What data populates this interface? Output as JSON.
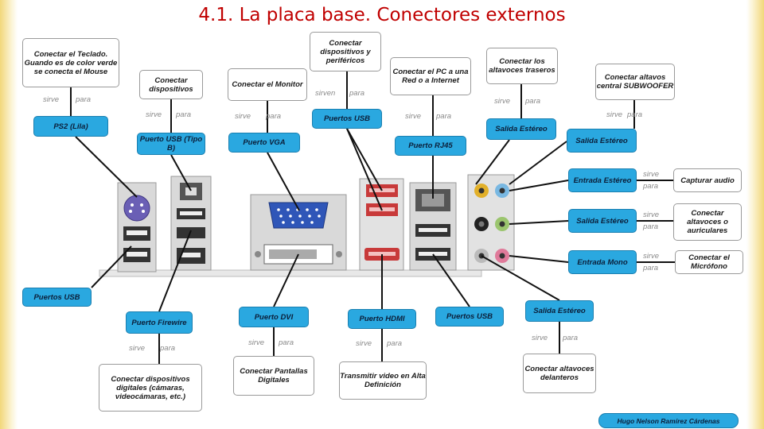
{
  "title": "4.1. La placa base. Conectores externos",
  "serves_left": "sirve",
  "serves_right": "para",
  "serves_plural": "sirven",
  "purposes": {
    "keyboard": "Conectar el Teclado. Guando es de color verde se conecta el Mouse",
    "devices": "Conectar dispositivos",
    "monitor": "Conectar el Monitor",
    "usb_devices": "Conectar dispositivos y periféricos",
    "network": "Conectar el PC a una Red o a Internet",
    "rear_speakers": "Conectar los altavoces traseros",
    "subwoofer": "Conectar altavos central SUBWOOFER",
    "capture_audio": "Capturar audio",
    "headphones": "Conectar altavoces o auriculares",
    "microphone": "Conectar el Micrófono",
    "digital_devices": "Conectar dispositivos digitales (cámaras, videocámaras, etc.)",
    "digital_screens": "Conectar Pantallas Digitales",
    "hd_video": "Transmitir video en Alta Definición",
    "front_speakers": "Conectar altavoces delanteros"
  },
  "ports": {
    "ps2": "PS2 (Lila)",
    "usb_b": "Puerto USB (Tipo B)",
    "vga": "Puerto VGA",
    "usb_top": "Puertos USB",
    "rj45": "Puerto RJ45",
    "stereo_out_1": "Salida Estéreo",
    "stereo_out_2": "Salida Estéreo",
    "stereo_in": "Entrada Estéreo",
    "stereo_out_3": "Salida Estéreo",
    "mono_in": "Entrada Mono",
    "usb_left": "Puertos USB",
    "firewire": "Puerto Firewire",
    "dvi": "Puerto DVI",
    "hdmi": "Puerto HDMI",
    "usb_bottom": "Puertos USB",
    "stereo_out_4": "Salida Estéreo"
  },
  "credit": "Hugo Nelson Ramírez Cárdenas",
  "colors": {
    "callout": "#2aa8e0",
    "title": "#c00000",
    "ps2": "#6a5fb5",
    "vga": "#2f56b8",
    "hdmi": "#c83a3a"
  }
}
